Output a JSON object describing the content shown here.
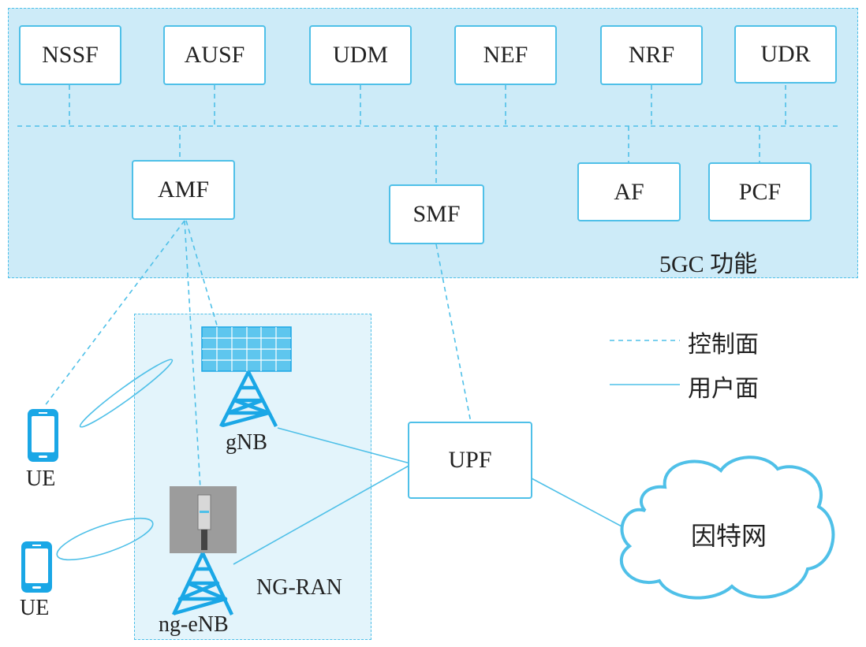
{
  "diagram": {
    "core_label": "5GC 功能",
    "ran_label": "NG-RAN",
    "functions": {
      "nssf": "NSSF",
      "ausf": "AUSF",
      "udm": "UDM",
      "nef": "NEF",
      "nrf": "NRF",
      "udr": "UDR",
      "amf": "AMF",
      "smf": "SMF",
      "af": "AF",
      "pcf": "PCF",
      "upf": "UPF"
    },
    "nodes": {
      "gnb": "gNB",
      "ng_enb": "ng-eNB",
      "ue_top": "UE",
      "ue_bottom": "UE",
      "internet": "因特网"
    },
    "legend": {
      "control_plane": "控制面",
      "user_plane": "用户面"
    },
    "colors": {
      "accent": "#4fc0e8",
      "core_fill": "#cdebf8",
      "ran_fill": "#e3f4fb",
      "device_blue": "#1aa7e6"
    }
  }
}
